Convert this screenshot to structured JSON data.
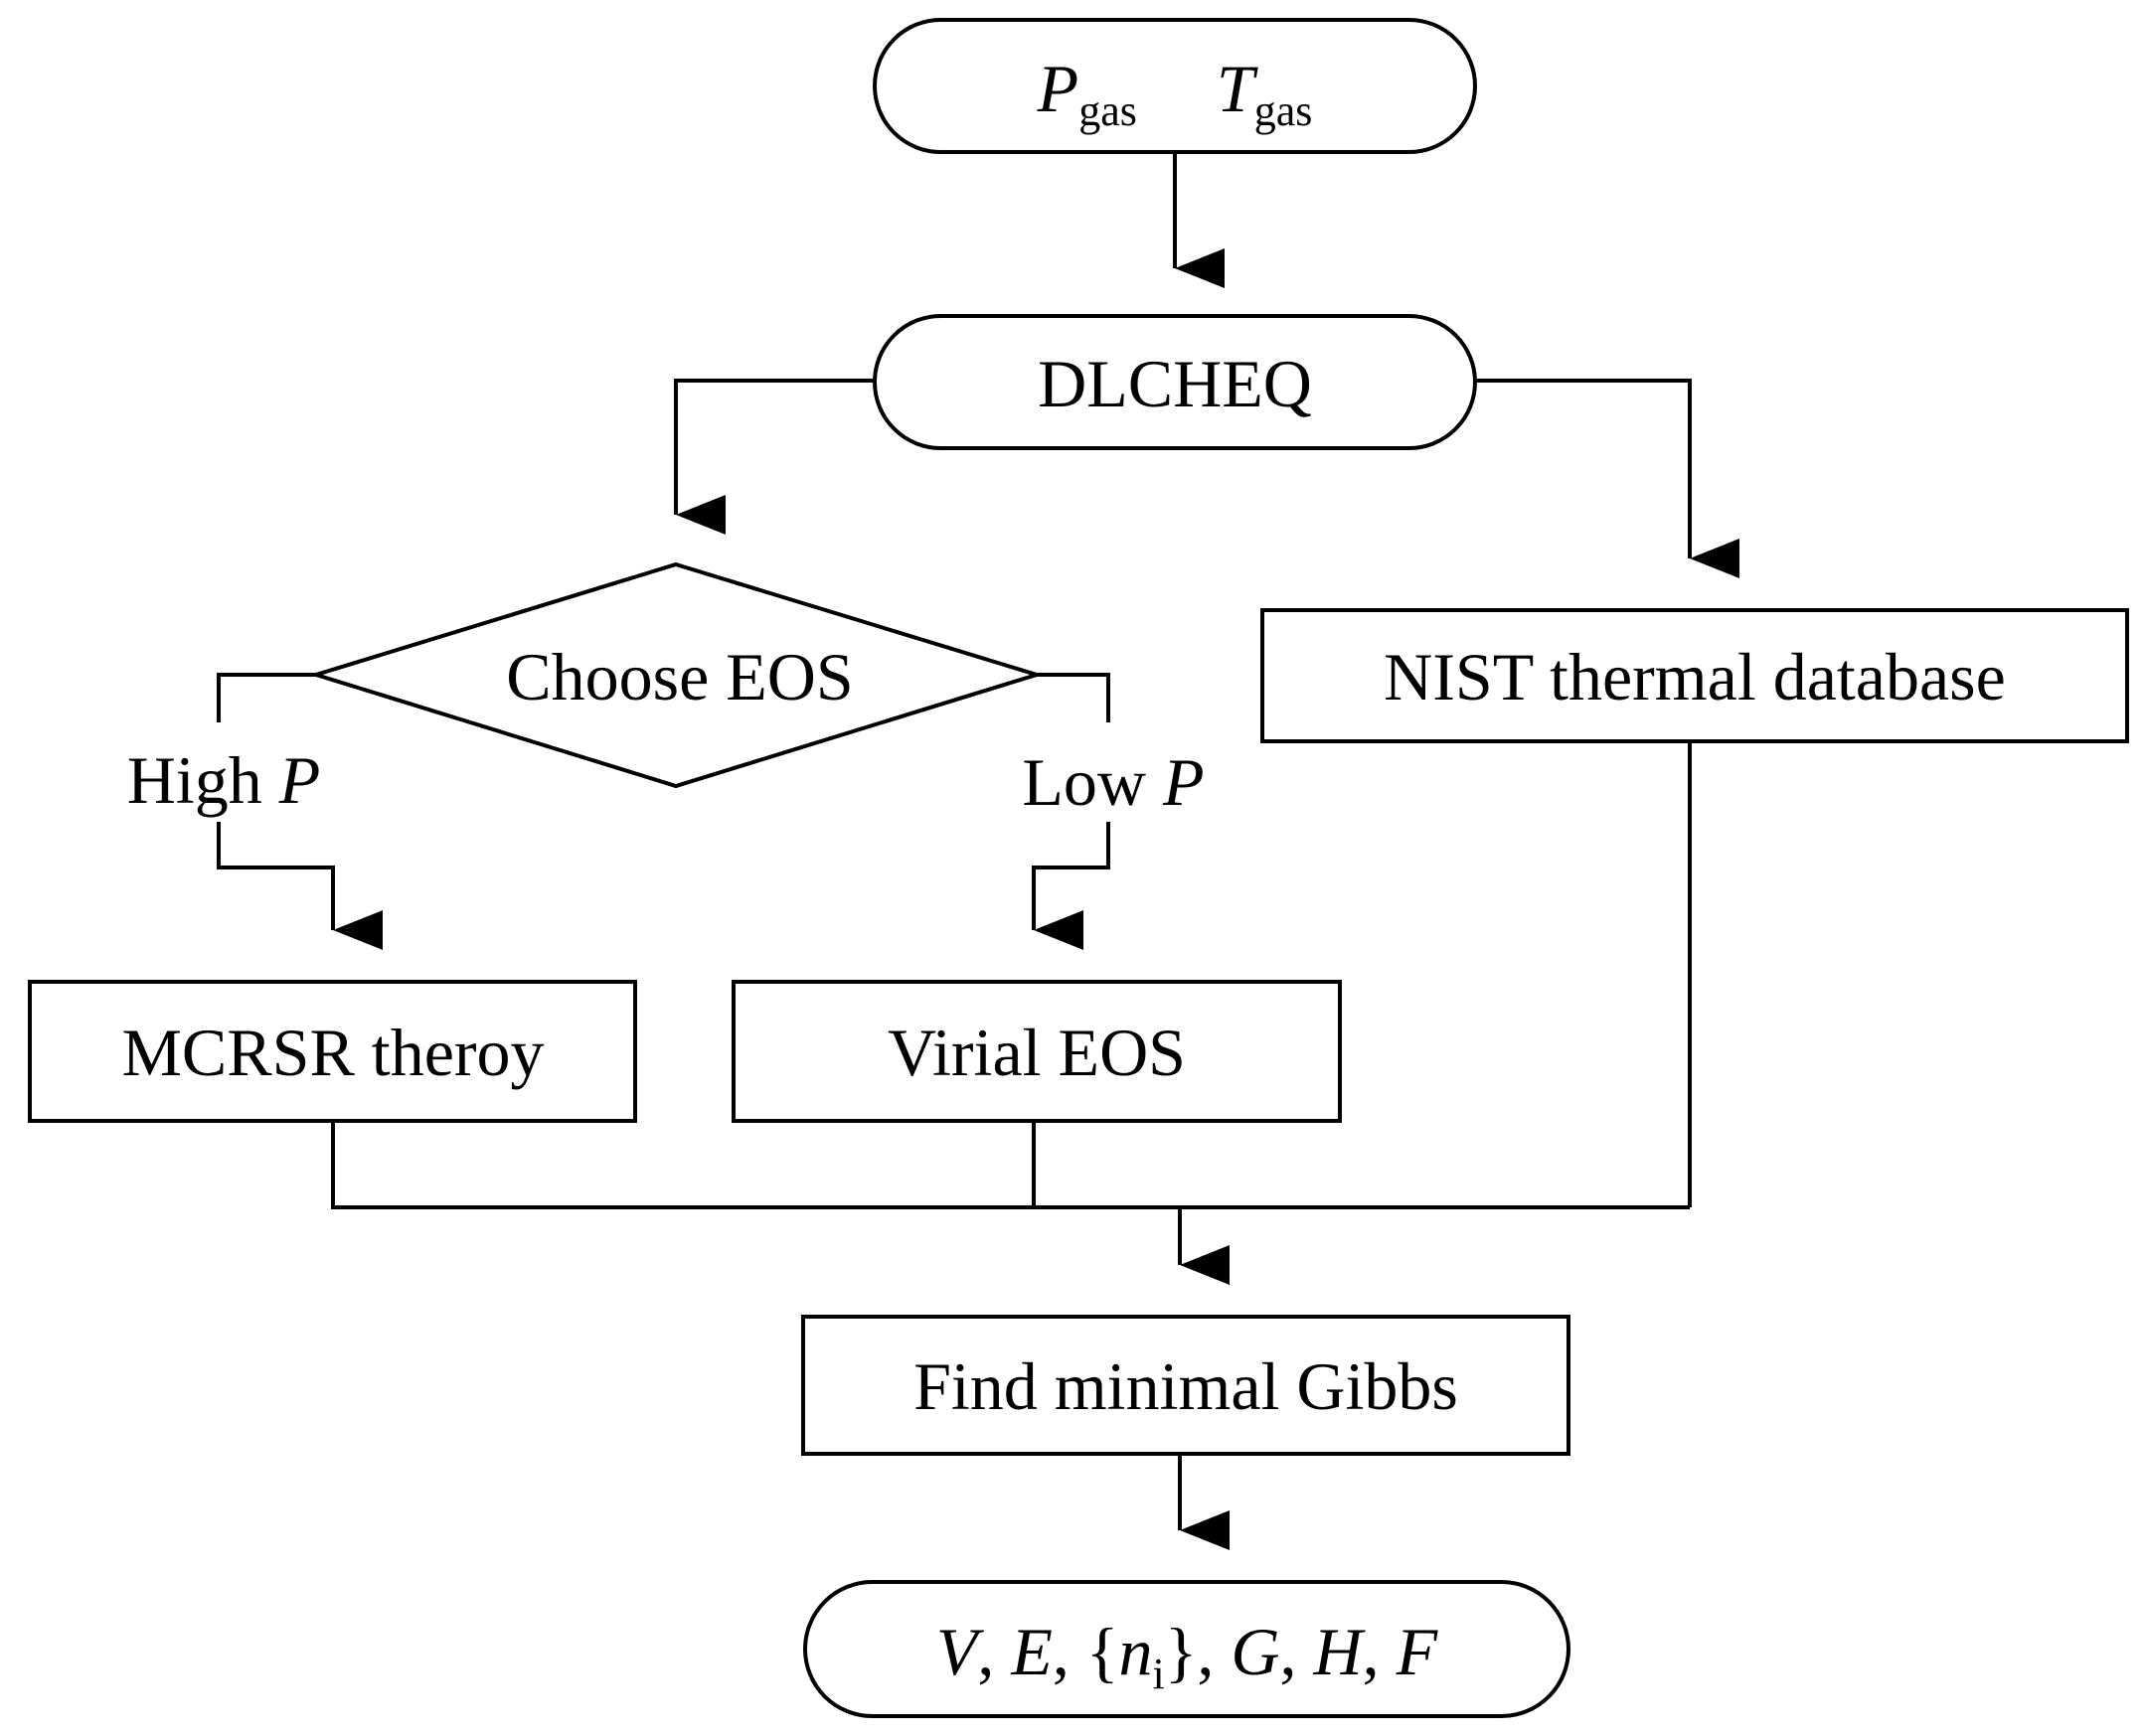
{
  "nodes": {
    "input": {
      "p_symbol": "P",
      "p_subscript": "gas",
      "t_symbol": "T",
      "t_subscript": "gas"
    },
    "solver": {
      "label": "DLCHEQ"
    },
    "decision": {
      "label": "Choose EOS"
    },
    "nist": {
      "label": "NIST thermal database"
    },
    "mcrsr": {
      "label": "MCRSR theroy"
    },
    "virial": {
      "label": "Virial EOS"
    },
    "gibbs": {
      "label": "Find minimal Gibbs"
    },
    "output": {
      "v": "V",
      "e": "E",
      "open_brace": "{",
      "n": "n",
      "n_subscript": "i",
      "close_brace": "}",
      "g": "G",
      "h": "H",
      "f": "F",
      "separator": ", "
    }
  },
  "edges": {
    "high_branch": {
      "word": "High ",
      "symbol": "P"
    },
    "low_branch": {
      "word": "Low ",
      "symbol": "P"
    }
  },
  "colors": {
    "stroke": "#000000",
    "background": "#ffffff"
  }
}
